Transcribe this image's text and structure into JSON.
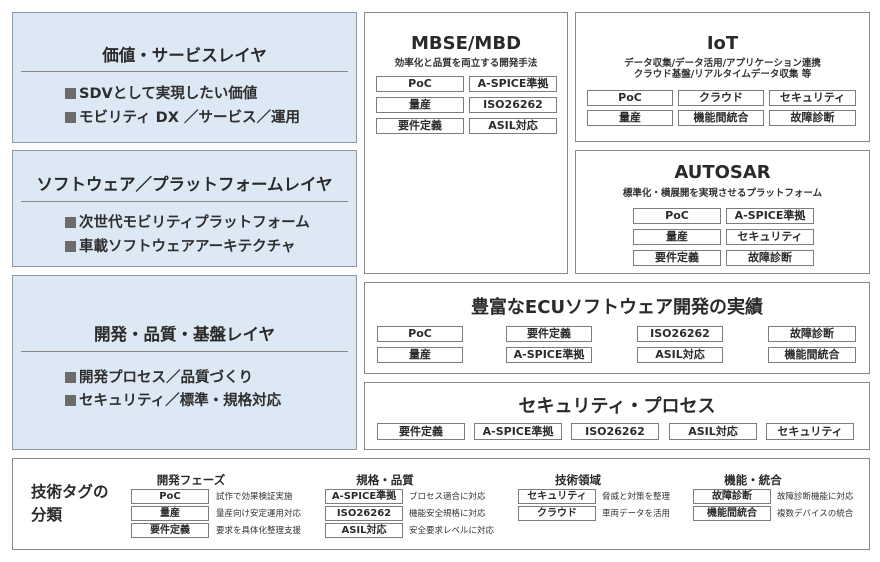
{
  "layers": [
    {
      "title": "価値・サービスレイヤ",
      "items": [
        "SDVとして実現したい価値",
        "モビリティ DX ／サービス／運用"
      ]
    },
    {
      "title": "ソフトウェア／プラットフォームレイヤ",
      "items": [
        "次世代モビリティプラットフォーム",
        "車載ソフトウェアアーキテクチャ"
      ]
    },
    {
      "title": "開発・品質・基盤レイヤ",
      "items": [
        "開発プロセス／品質づくり",
        "セキュリティ／標準・規格対応"
      ]
    }
  ],
  "panels": {
    "mbse": {
      "title": "MBSE/MBD",
      "subtitle": "効率化と品質を両立する開発手法",
      "tags": [
        "PoC",
        "A-SPICE準拠",
        "量産",
        "ISO26262",
        "要件定義",
        "ASIL対応"
      ]
    },
    "iot": {
      "title": "IoT",
      "subtitle_lines": [
        "データ収集/データ活用/アプリケーション連携",
        "クラウド基盤/リアルタイムデータ収集 等"
      ],
      "tags": [
        "PoC",
        "クラウド",
        "セキュリティ",
        "量産",
        "機能間統合",
        "故障診断"
      ]
    },
    "autosar": {
      "title": "AUTOSAR",
      "subtitle": "標準化・横展開を実現させるプラットフォーム",
      "tags": [
        "PoC",
        "A-SPICE準拠",
        "量産",
        "セキュリティ",
        "要件定義",
        "故障診断"
      ]
    },
    "ecu": {
      "title": "豊富なECUソフトウェア開発の実績",
      "tags": [
        "PoC",
        "要件定義",
        "ISO26262",
        "故障診断",
        "量産",
        "A-SPICE準拠",
        "ASIL対応",
        "機能間統合"
      ]
    },
    "security": {
      "title": "セキュリティ・プロセス",
      "tags": [
        "要件定義",
        "A-SPICE準拠",
        "ISO26262",
        "ASIL対応",
        "セキュリティ"
      ]
    }
  },
  "legend": {
    "heading": [
      "技術タグの",
      "分類"
    ],
    "groups": [
      {
        "title": "開発フェーズ",
        "items": [
          {
            "tag": "PoC",
            "desc": "試作で効果検証実施"
          },
          {
            "tag": "量産",
            "desc": "量産向け安定運用対応"
          },
          {
            "tag": "要件定義",
            "desc": "要求を具体化整理支援"
          }
        ]
      },
      {
        "title": "規格・品質",
        "items": [
          {
            "tag": "A-SPICE準拠",
            "desc": "プロセス適合に対応"
          },
          {
            "tag": "ISO26262",
            "desc": "機能安全規格に対応"
          },
          {
            "tag": "ASIL対応",
            "desc": "安全要求レベルに対応"
          }
        ]
      },
      {
        "title": "技術領域",
        "items": [
          {
            "tag": "セキュリティ",
            "desc": "脅威と対策を整理"
          },
          {
            "tag": "クラウド",
            "desc": "車両データを活用"
          }
        ]
      },
      {
        "title": "機能・統合",
        "items": [
          {
            "tag": "故障診断",
            "desc": "故障診断機能に対応"
          },
          {
            "tag": "機能間統合",
            "desc": "複数デバイスの統合"
          }
        ]
      }
    ]
  },
  "colors": {
    "layer_fill": "#dde8f5",
    "border": "#8a8a8a",
    "text": "#2b2b2b"
  }
}
